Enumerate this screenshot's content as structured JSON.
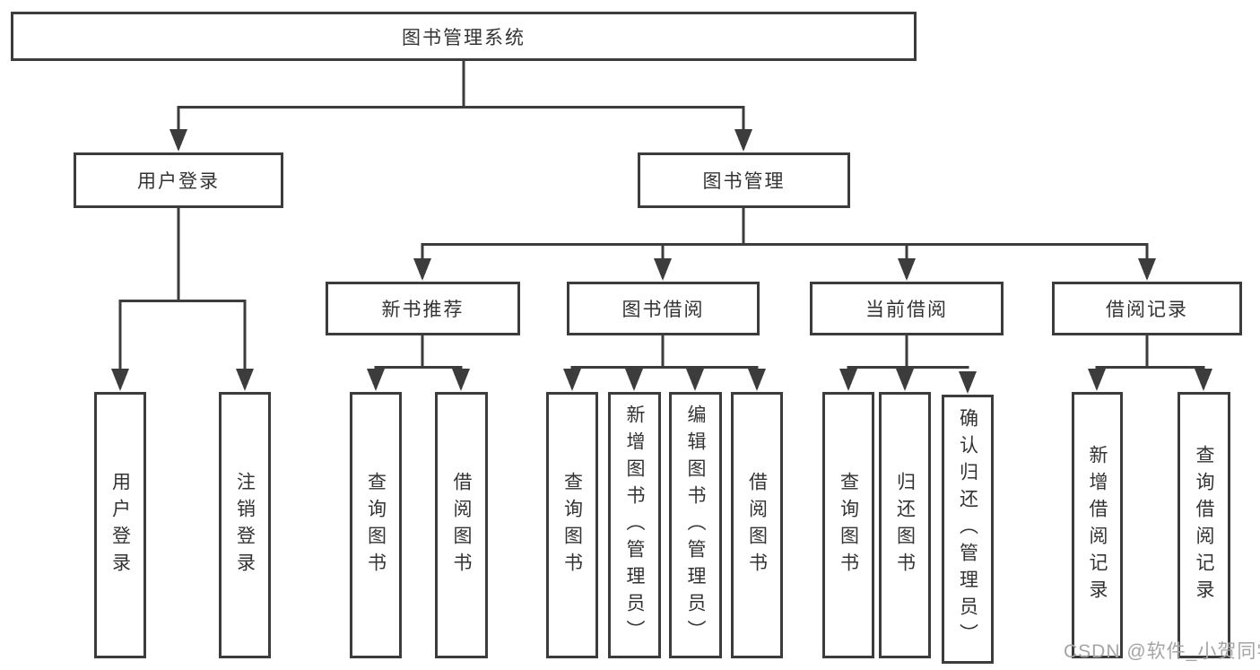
{
  "tree": {
    "root": {
      "label": "图书管理系统"
    },
    "branches": [
      {
        "label": "用户登录",
        "children": [
          {
            "label": "用户登录"
          },
          {
            "label": "注销登录"
          }
        ]
      },
      {
        "label": "图书管理",
        "children": [
          {
            "label": "新书推荐",
            "children": [
              {
                "label": "查询图书"
              },
              {
                "label": "借阅图书"
              }
            ]
          },
          {
            "label": "图书借阅",
            "children": [
              {
                "label": "查询图书"
              },
              {
                "label": "新增图书（管理员）"
              },
              {
                "label": "编辑图书（管理员）"
              },
              {
                "label": "借阅图书"
              }
            ]
          },
          {
            "label": "当前借阅",
            "children": [
              {
                "label": "查询图书"
              },
              {
                "label": "归还图书"
              },
              {
                "label": "确认归还（管理员）"
              }
            ]
          },
          {
            "label": "借阅记录",
            "children": [
              {
                "label": "新增借阅记录"
              },
              {
                "label": "查询借阅记录"
              }
            ]
          }
        ]
      }
    ]
  },
  "watermark": "CSDN @软件_小贺同学",
  "colors": {
    "line": "#3c3c3c",
    "text": "#333333",
    "background": "#ffffff",
    "watermark": "#a5a5a5"
  }
}
